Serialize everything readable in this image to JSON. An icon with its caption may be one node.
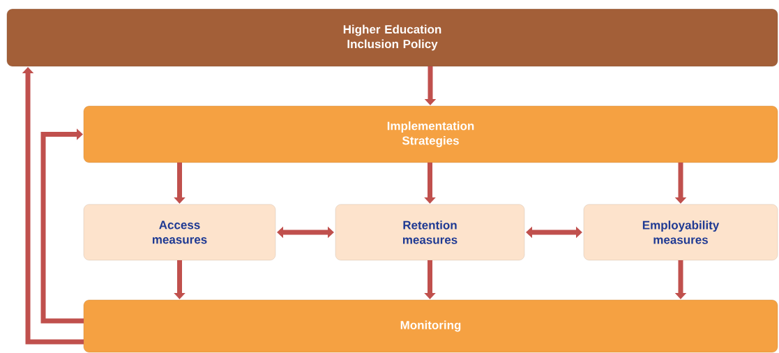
{
  "diagram": {
    "nodes": [
      {
        "text": [
          "Higher Education Inclusion Policy"
        ]
      },
      {
        "text": [
          "Implementation Strategies"
        ]
      },
      {
        "text": [
          "Access measures"
        ]
      },
      {
        "text": [
          "Retention measures"
        ]
      },
      {
        "text": [
          "Employability measures"
        ]
      },
      {
        "text": [
          "Monitoring"
        ]
      }
    ],
    "edges": [
      {
        "from": 0,
        "to": 1,
        "arrow": "to"
      },
      {
        "from": 1,
        "to": 2,
        "arrow": "to"
      },
      {
        "from": 1,
        "to": 3,
        "arrow": "to"
      },
      {
        "from": 1,
        "to": 4,
        "arrow": "to"
      },
      {
        "from": 2,
        "to": 3,
        "arrow": "both"
      },
      {
        "from": 3,
        "to": 4,
        "arrow": "both"
      },
      {
        "from": 2,
        "to": 5,
        "arrow": "to"
      },
      {
        "from": 3,
        "to": 5,
        "arrow": "to"
      },
      {
        "from": 4,
        "to": 5,
        "arrow": "to"
      },
      {
        "from": 5,
        "to": 1,
        "arrow": "to"
      },
      {
        "from": 5,
        "to": 0,
        "arrow": "to"
      }
    ]
  }
}
